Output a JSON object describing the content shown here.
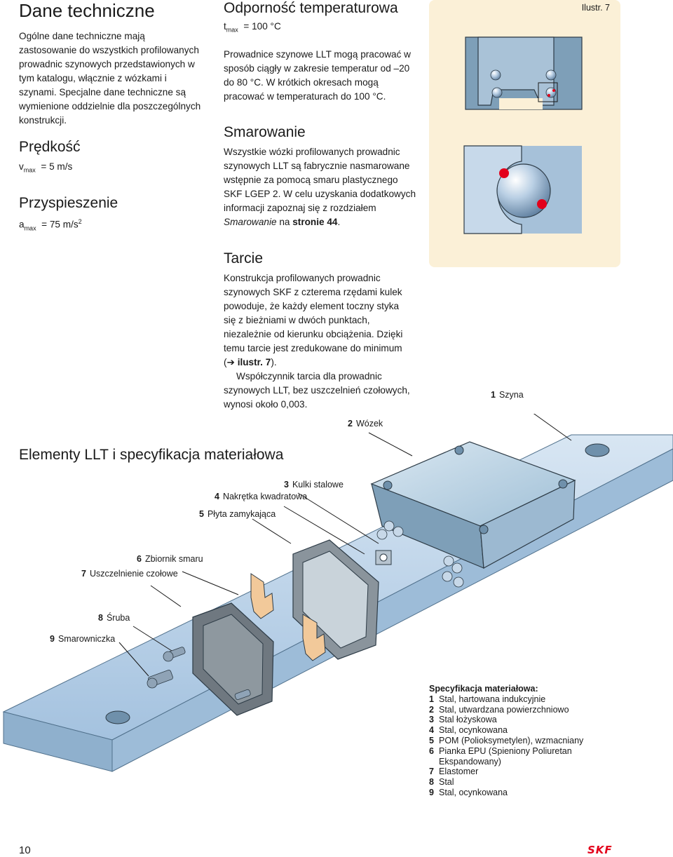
{
  "left": {
    "title": "Dane techniczne",
    "intro": "Ogólne dane techniczne mają zastosowanie do wszystkich profilowanych prowadnic szynowych przedstawionych w tym katalogu, włącznie z wózkami i szynami. Specjalne dane techniczne są wymienione oddzielnie dla poszczególnych konstrukcji.",
    "speed_heading": "Prędkość",
    "speed_symbol": "v",
    "speed_sub": "max",
    "speed_value": "= 5 m/s",
    "accel_heading": "Przyspieszenie",
    "accel_symbol": "a",
    "accel_sub": "max",
    "accel_value": "= 75 m/s",
    "accel_sup": "2"
  },
  "mid": {
    "temp_heading": "Odporność temperaturowa",
    "temp_symbol": "t",
    "temp_sub": "max",
    "temp_value": "= 100 °C",
    "temp_text": "Prowadnice szynowe LLT mogą pracować w sposób ciągły w zakresie temperatur od –20 do 80 °C. W krótkich okresach mogą pracować w temperaturach do 100 °C.",
    "lube_heading": "Smarowanie",
    "lube_text": "Wszystkie wózki profilowanych prowadnic szynowych LLT są fabrycznie nasmarowane wstępnie za pomocą smaru plastycznego SKF LGEP 2. W celu uzyskania dodatkowych informacji zapoznaj się z rozdziałem",
    "lube_ref_italic": "Smarowanie",
    "lube_ref_mid": "na",
    "lube_ref_bold": "stronie 44",
    "lube_end": ".",
    "friction_heading": "Tarcie",
    "friction_text1": "Konstrukcja profilowanych prowadnic szynowych SKF z czterema rzędami kulek powoduje, że każdy element toczny styka się z bieżniami w dwóch punktach, niezależnie od kierunku obciążenia. Dzięki temu tarcie jest zredukowane do minimum",
    "friction_ref_open": "(",
    "friction_ref_arrow": "➔",
    "friction_ref_bold": "ilustr. 7",
    "friction_ref_close": ").",
    "friction_text2": "Współczynnik tarcia dla prowadnic szynowych LLT, bez uszczelnień czołowych, wynosi około 0,003."
  },
  "figure": {
    "caption": "Ilustr. 7"
  },
  "elements_heading": "Elementy LLT i specyfikacja materiałowa",
  "labels": [
    {
      "n": "1",
      "text": "Szyna"
    },
    {
      "n": "2",
      "text": "Wózek"
    },
    {
      "n": "3",
      "text": "Kulki stalowe"
    },
    {
      "n": "4",
      "text": "Nakrętka kwadratowa"
    },
    {
      "n": "5",
      "text": "Płyta zamykająca"
    },
    {
      "n": "6",
      "text": "Zbiornik smaru"
    },
    {
      "n": "7",
      "text": "Uszczelnienie czołowe"
    },
    {
      "n": "8",
      "text": "Śruba"
    },
    {
      "n": "9",
      "text": "Smarowniczka"
    }
  ],
  "spec": {
    "title": "Specyfikacja materiałowa:",
    "items": [
      {
        "n": "1",
        "text": "Stal, hartowana indukcyjnie"
      },
      {
        "n": "2",
        "text": "Stal, utwardzana powierzchniowo"
      },
      {
        "n": "3",
        "text": "Stal łożyskowa"
      },
      {
        "n": "4",
        "text": "Stal, ocynkowana"
      },
      {
        "n": "5",
        "text": "POM (Polioksymetylen), wzmacniany"
      },
      {
        "n": "6",
        "text": "Pianka EPU (Spieniony Poliuretan Ekspandowany)"
      },
      {
        "n": "7",
        "text": "Elastomer"
      },
      {
        "n": "8",
        "text": "Stal"
      },
      {
        "n": "9",
        "text": "Stal, ocynkowana"
      }
    ]
  },
  "footer": {
    "page_number": "10",
    "logo": "SKF"
  },
  "colors": {
    "accent_red": "#e3001b",
    "panel_bg": "#fbf0d7",
    "steel_blue": "#9cc0dc",
    "rail_blue": "#a8c6e2"
  }
}
